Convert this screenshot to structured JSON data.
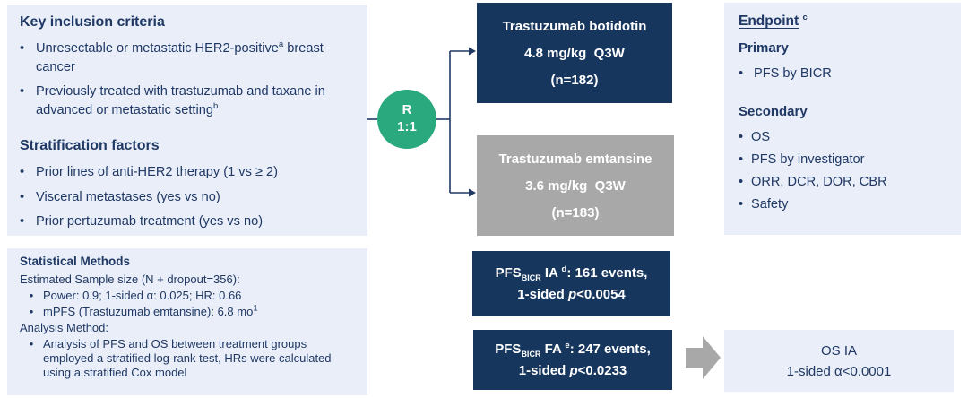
{
  "colors": {
    "navy_box": "#17365d",
    "light_blue_box": "#e9eef8",
    "gray_box": "#a8a8a8",
    "green_circle": "#2ba97e",
    "text_navy": "#1f3864",
    "white": "#ffffff"
  },
  "inclusion_box": {
    "title": "Key inclusion criteria",
    "bullet1_main": "Unresectable or metastatic HER2-positive",
    "bullet1_sup": "a",
    "bullet1_tail": " breast cancer",
    "bullet2_main": "Previously treated with trastuzumab and taxane in advanced or metastatic setting",
    "bullet2_sup": "b",
    "strat_title": "Stratification factors",
    "strat_bullets": [
      "Prior lines of anti-HER2 therapy (1 vs ≥ 2)",
      "Visceral metastases (yes vs no)",
      "Prior pertuzumab treatment (yes vs no)"
    ]
  },
  "randomization": {
    "letter": "R",
    "ratio": "1:1"
  },
  "arm1": {
    "name": "Trastuzumab botidotin",
    "dose": "4.8 mg/kg  Q3W",
    "n": "(n=182)"
  },
  "arm2": {
    "name": "Trastuzumab emtansine",
    "dose": "3.6 mg/kg  Q3W",
    "n": "(n=183)"
  },
  "endpoint_box": {
    "title": "Endpoint",
    "title_sup": "c",
    "primary_label": "Primary",
    "primary_bullets": [
      "PFS by BICR"
    ],
    "secondary_label": "Secondary",
    "secondary_bullets": [
      "OS",
      "PFS by investigator",
      "ORR, DCR, DOR, CBR",
      "Safety"
    ]
  },
  "stat_box": {
    "title": "Statistical Methods",
    "sample_line": "Estimated Sample size (N + dropout=356):",
    "bullet1": "Power: 0.9; 1-sided α: 0.025; HR: 0.66",
    "bullet2_main": "mPFS (Trastuzumab emtansine): 6.8 mo",
    "bullet2_sup": "1",
    "analysis_line": "Analysis Method:",
    "bullet3": "Analysis of PFS and OS between treatment groups employed a stratified log-rank test, HRs were calculated using a stratified Cox model"
  },
  "pfs_ia_box": {
    "pfs": "PFS",
    "sub": "BICR",
    "label": " IA ",
    "sup": "d",
    "tail": ": 161 events,",
    "line2_pre": "1-sided ",
    "line2_p": "p",
    "line2_tail": "<0.0054"
  },
  "pfs_fa_box": {
    "pfs": "PFS",
    "sub": "BICR",
    "label": " FA ",
    "sup": "e",
    "tail": ": 247 events,",
    "line2_pre": "1-sided ",
    "line2_p": "p",
    "line2_tail": "<0.0233"
  },
  "os_ia_box": {
    "line1": "OS IA",
    "line2": "1-sided α<0.0001"
  },
  "bullet_glyph": "•"
}
